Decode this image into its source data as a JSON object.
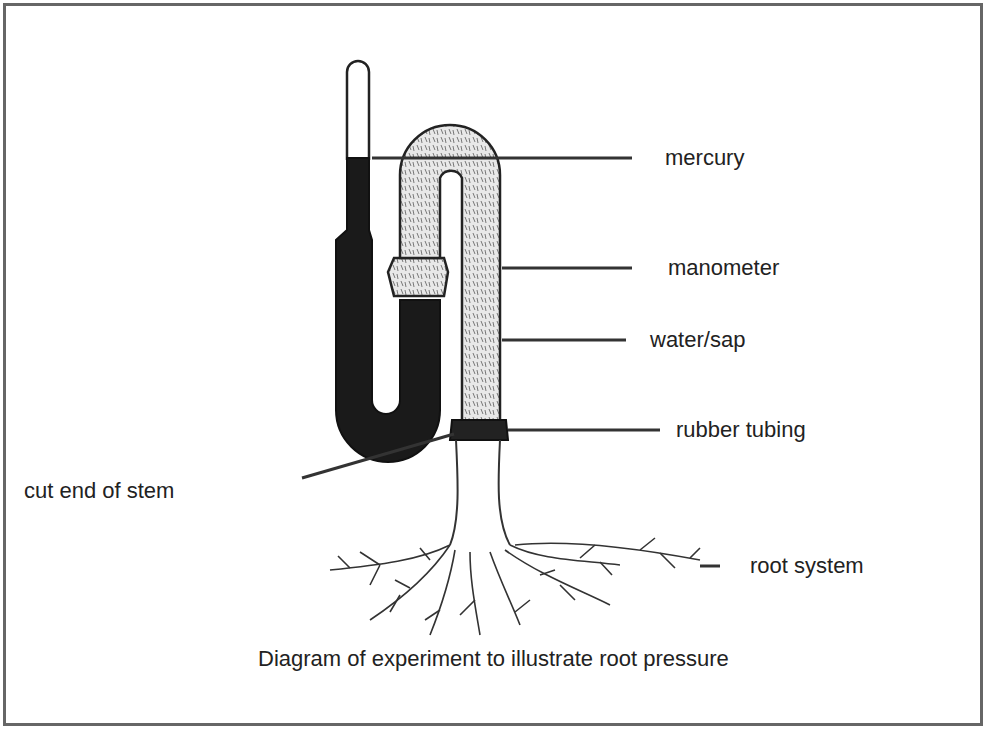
{
  "diagram": {
    "caption": "Diagram of experiment to illustrate root pressure",
    "labels": [
      "mercury",
      "manometer",
      "water/sap",
      "rubber tubing",
      "cut end of stem",
      "root system"
    ]
  }
}
